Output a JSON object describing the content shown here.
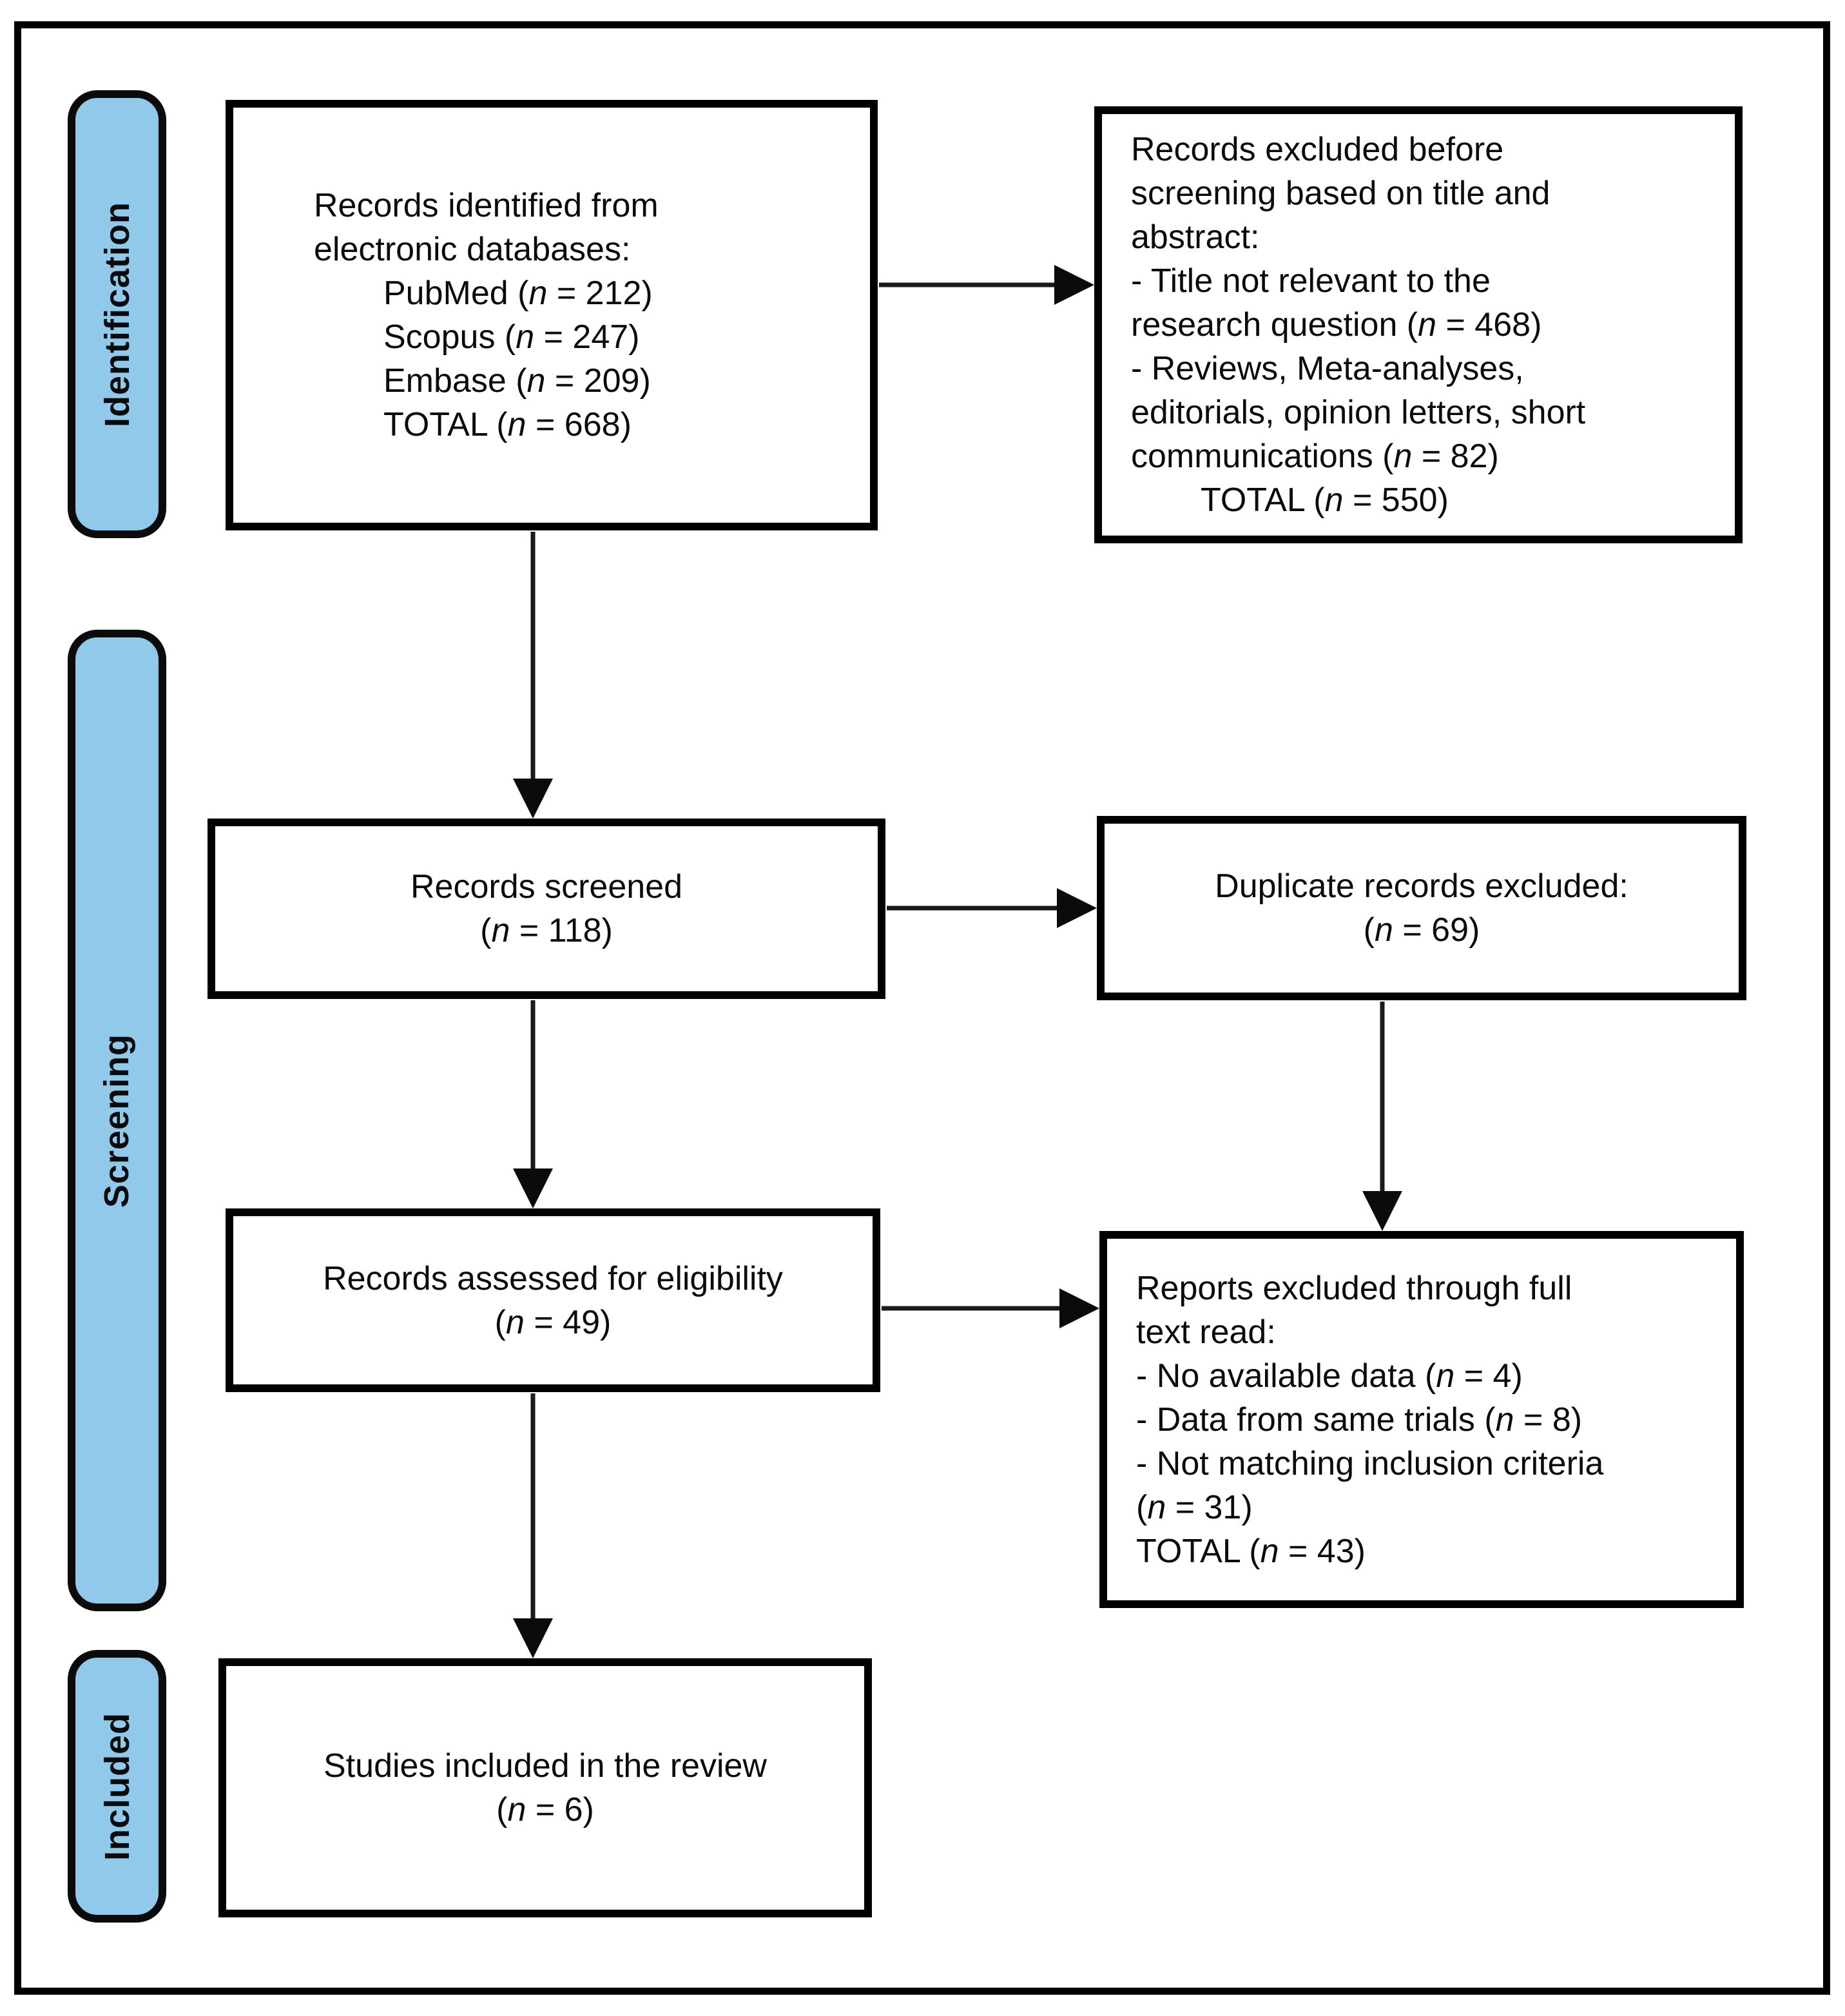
{
  "palette": {
    "stage_fill": "#90C9E9",
    "line_color": "#000000",
    "text_color": "#0b0b0b"
  },
  "stages": [
    {
      "label": "Identification"
    },
    {
      "label": "Screening"
    },
    {
      "label": "Included"
    }
  ],
  "boxes": {
    "identified": {
      "lines": [
        {
          "t": "Records identified from"
        },
        {
          "t": "electronic databases:"
        },
        {
          "t": "PubMed (n = 212)",
          "indent": 1
        },
        {
          "t": "Scopus (n = 247)",
          "indent": 1
        },
        {
          "t": "Embase (n = 209)",
          "indent": 1
        },
        {
          "t": "TOTAL (n = 668)",
          "indent": 1
        }
      ]
    },
    "excluded_screening": {
      "lines": [
        {
          "t": "Records excluded before"
        },
        {
          "t": "screening based on title and"
        },
        {
          "t": "abstract:"
        },
        {
          "t": "- Title not relevant to the"
        },
        {
          "t": "research question (n = 468)"
        },
        {
          "t": "- Reviews, Meta-analyses,"
        },
        {
          "t": "editorials, opinion letters, short"
        },
        {
          "t": "communications (n = 82)"
        },
        {
          "t": "TOTAL (n = 550)",
          "indent": 1
        }
      ]
    },
    "screened": {
      "lines": [
        {
          "t": "Records screened"
        },
        {
          "t": "(n = 118)"
        }
      ]
    },
    "duplicates": {
      "lines": [
        {
          "t": "Duplicate records excluded:"
        },
        {
          "t": "(n = 69)"
        }
      ]
    },
    "assessed": {
      "lines": [
        {
          "t": "Records assessed for eligibility"
        },
        {
          "t": "(n = 49)"
        }
      ]
    },
    "excluded_fulltext": {
      "lines": [
        {
          "t": "Reports excluded through full"
        },
        {
          "t": "text read:"
        },
        {
          "t": "- No available data (n = 4)"
        },
        {
          "t": "- Data from same trials (n = 8)"
        },
        {
          "t": "- Not matching inclusion criteria"
        },
        {
          "t": "(n = 31)"
        },
        {
          "t": "TOTAL (n = 43)"
        }
      ]
    },
    "included_review": {
      "lines": [
        {
          "t": "Studies included in the review"
        },
        {
          "t": "(n = 6)"
        }
      ]
    }
  }
}
